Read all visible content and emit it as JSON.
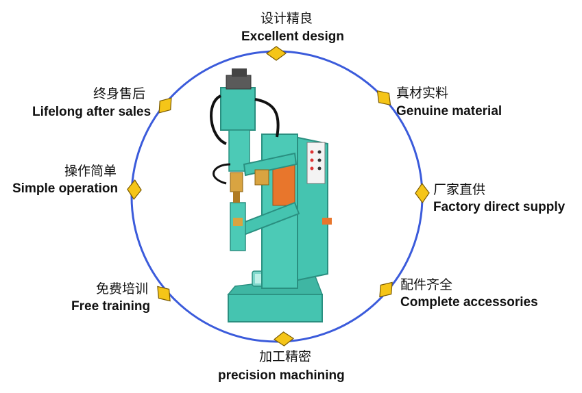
{
  "colors": {
    "ring": "#3b5bdb",
    "marker_fill": "#f5c518",
    "marker_stroke": "#7a5a00",
    "machine_body": "#45c4b0",
    "machine_dark": "#2a8f80",
    "panel_orange": "#e8762c"
  },
  "features": [
    {
      "id": "design",
      "cn": "设计精良",
      "en": "Excellent design"
    },
    {
      "id": "material",
      "cn": "真材实料",
      "en": "Genuine material"
    },
    {
      "id": "factory",
      "cn": "厂家直供",
      "en": "Factory direct supply"
    },
    {
      "id": "accessories",
      "cn": "配件齐全",
      "en": "Complete accessories"
    },
    {
      "id": "machining",
      "cn": "加工精密",
      "en": "precision machining"
    },
    {
      "id": "training",
      "cn": "免费培训",
      "en": "Free training"
    },
    {
      "id": "operation",
      "cn": "操作简单",
      "en": "Simple operation"
    },
    {
      "id": "aftersales",
      "cn": "终身售后",
      "en": "Lifelong after sales"
    }
  ]
}
